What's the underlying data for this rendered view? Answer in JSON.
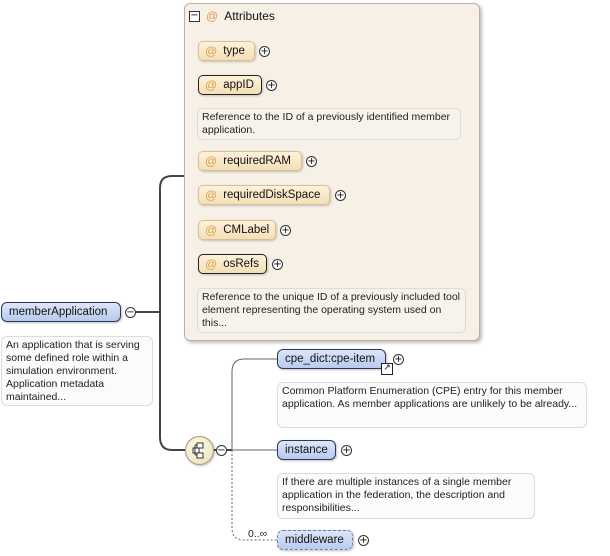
{
  "root_element": {
    "name": "memberApplication",
    "description": "An application that is serving some defined role within a simulation environment. Application metadata maintained..."
  },
  "attributes_group": {
    "title": "Attributes",
    "items": [
      {
        "name": "type",
        "required": false,
        "description": ""
      },
      {
        "name": "appID",
        "required": true,
        "description": "Reference to the ID of a previously identified member application."
      },
      {
        "name": "requiredRAM",
        "required": false,
        "description": ""
      },
      {
        "name": "requiredDiskSpace",
        "required": false,
        "description": ""
      },
      {
        "name": "CMLabel",
        "required": false,
        "description": ""
      },
      {
        "name": "osRefs",
        "required": true,
        "description": "Reference to the unique ID of a previously included tool element representing the operating system used on this..."
      }
    ]
  },
  "sequence": {
    "children": [
      {
        "name": "cpe_dict:cpe-item",
        "multiplicity": "",
        "description": "Common Platform Enumeration (CPE) entry for this member application. As member applications are unlikely to be already..."
      },
      {
        "name": "instance",
        "multiplicity": "",
        "description": "If there are multiple instances of a single member application in the federation, the description and responsibilities..."
      },
      {
        "name": "middleware",
        "multiplicity": "0..∞",
        "description": ""
      }
    ]
  },
  "icons": {
    "collapse": "−",
    "expand": "+",
    "attribute_marker": "@",
    "reference_arrow": "↗"
  },
  "colors": {
    "element_fill": "#c9d6f3",
    "attribute_fill": "#f7e6c4",
    "panel_fill": "#f6f0e6",
    "connector": "#333333"
  }
}
